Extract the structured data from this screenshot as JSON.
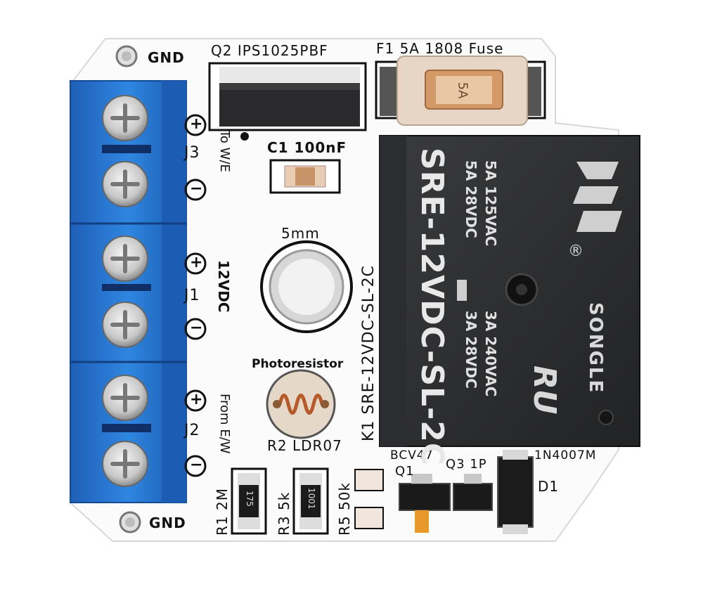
{
  "board": {
    "gnd_top": "GND",
    "gnd_bottom": "GND",
    "q_label": "Q2 IPS1025PBF",
    "fuse_label": "F1 5A 1808 Fuse",
    "fuse_marking": "5A",
    "cap_label": "C1 100nF",
    "hole_label": "5mm",
    "photo_label": "Photoresistor",
    "ldr_label": "R2 LDR07",
    "k1_label": "K1 SRE-12VDC-SL-2C",
    "j3_label": "J3",
    "j3_desc": "To W/E",
    "j1_label": "J1",
    "j1_desc": "12VDC",
    "j2_label": "J2",
    "j2_desc": "From E/W",
    "plus": "+",
    "minus": "−",
    "r1_label": "R1 2M",
    "r1_code": "175",
    "r3_label": "R3 5k",
    "r3_code": "1001",
    "r5_label": "R5 50k",
    "q1_label": "Q1",
    "q1_part": "BCV47",
    "q3_label": "Q3 1P",
    "d1_label": "D1",
    "d1_part": "1N4007M"
  },
  "relay": {
    "model": "SRE-12VDC-SL-2C",
    "rating1a": "5A  125VAC",
    "rating1b": "5A  28VDC",
    "rating2a": "3A  240VAC",
    "rating2b": "3A  28VDC",
    "brand": "SONGLE",
    "reg": "®",
    "cert": "RU"
  }
}
